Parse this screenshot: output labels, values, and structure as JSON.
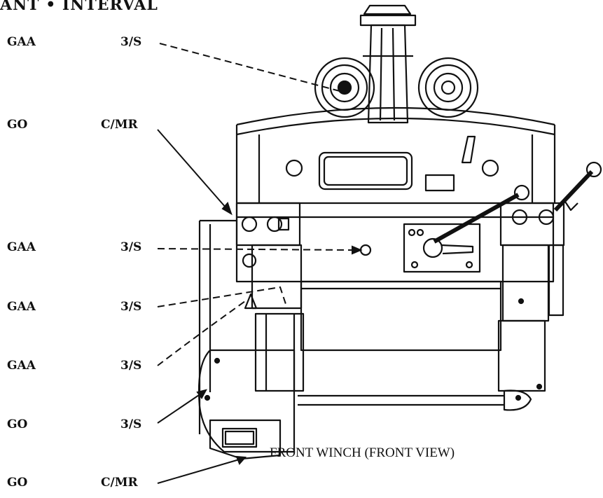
{
  "header": {
    "text": "ANT • INTERVAL"
  },
  "rows": [
    {
      "lubricant": "GAA",
      "interval": "3/S"
    },
    {
      "lubricant": "GO",
      "interval": "C/MR"
    },
    {
      "lubricant": "GAA",
      "interval": "3/S"
    },
    {
      "lubricant": "GAA",
      "interval": "3/S"
    },
    {
      "lubricant": "GAA",
      "interval": "3/S"
    },
    {
      "lubricant": "GO",
      "interval": "3/S"
    },
    {
      "lubricant": "GO",
      "interval": "C/MR"
    }
  ],
  "caption": "FRONT WINCH (FRONT VIEW)"
}
